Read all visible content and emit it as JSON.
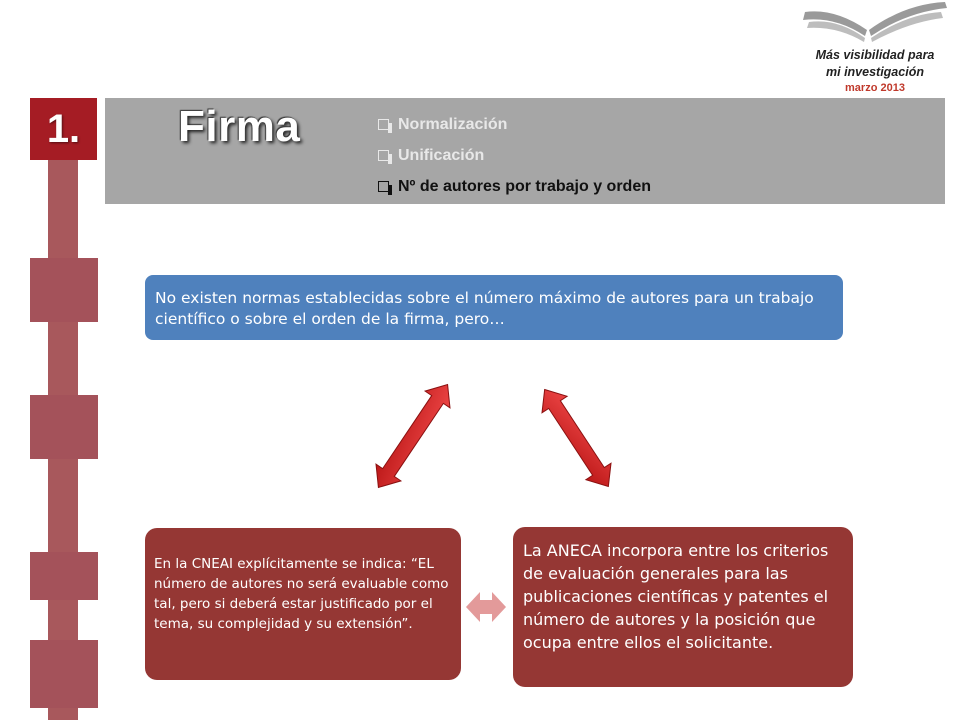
{
  "header": {
    "logo_line1": "Más visibilidad para",
    "logo_line2": "mi investigación",
    "logo_date": "marzo 2013"
  },
  "section": {
    "number": "1.",
    "title": "Firma"
  },
  "bullets": [
    {
      "label": "Normalización"
    },
    {
      "label": "Unificación"
    },
    {
      "label": "Nº de autores por trabajo y orden"
    }
  ],
  "diagram": {
    "top_text": "No existen normas establecidas sobre el número máximo de autores para un trabajo científico o sobre el orden de la firma, pero…",
    "left_text": "En la CNEAI explícitamente se indica: “EL número de autores no será evaluable como tal, pero si deberá estar justificado por el tema, su complejidad y su extensión”.",
    "right_text": "La ANECA incorpora entre los criterios de evaluación generales para las publicaciones científicas y patentes el número de autores y la posición que ocupa entre ellos el solicitante."
  },
  "colors": {
    "accent_red": "#a51c24",
    "rail": "#a8585c",
    "banner_gray": "#a6a6a6",
    "box_blue": "#4f81bd",
    "box_red": "#953734",
    "arrow_red": "#d02020",
    "small_arrow": "#e8a0a0"
  }
}
